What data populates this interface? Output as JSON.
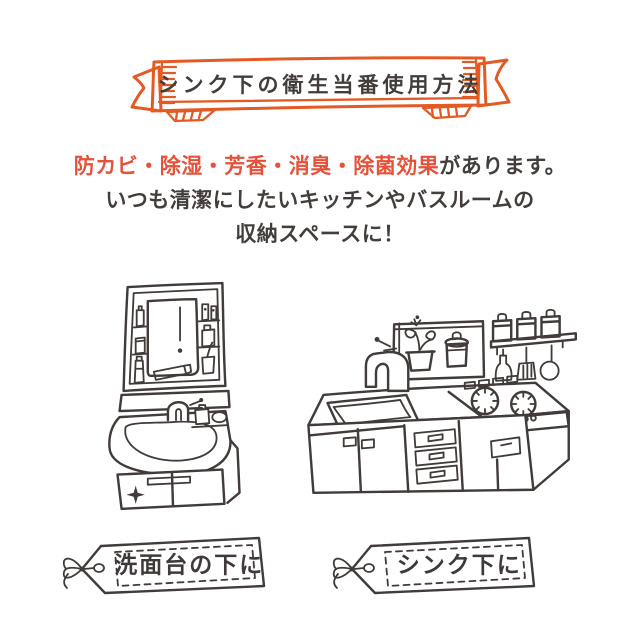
{
  "banner": {
    "title": "シンク下の衛生当番使用方法"
  },
  "description": {
    "highlight": "防カビ・除湿・芳香・消臭・除菌効果",
    "line1_rest": "があります。",
    "line2": "いつも清潔にしたいキッチンやバスルームの",
    "line3": "収納スペースに！"
  },
  "tags": {
    "left": "洗面台の下に",
    "right": "シンク下に"
  },
  "icons": {
    "banner": "hand-drawn-ribbon-banner",
    "left_illustration": "washbasin-vanity-sketch",
    "right_illustration": "kitchen-counter-sketch",
    "tag_bow": "ribbon-bow-icon"
  },
  "colors": {
    "ribbon_orange": "#e45a24",
    "highlight_orange": "#e6513a",
    "ink": "#413b39",
    "background": "#ffffff"
  }
}
